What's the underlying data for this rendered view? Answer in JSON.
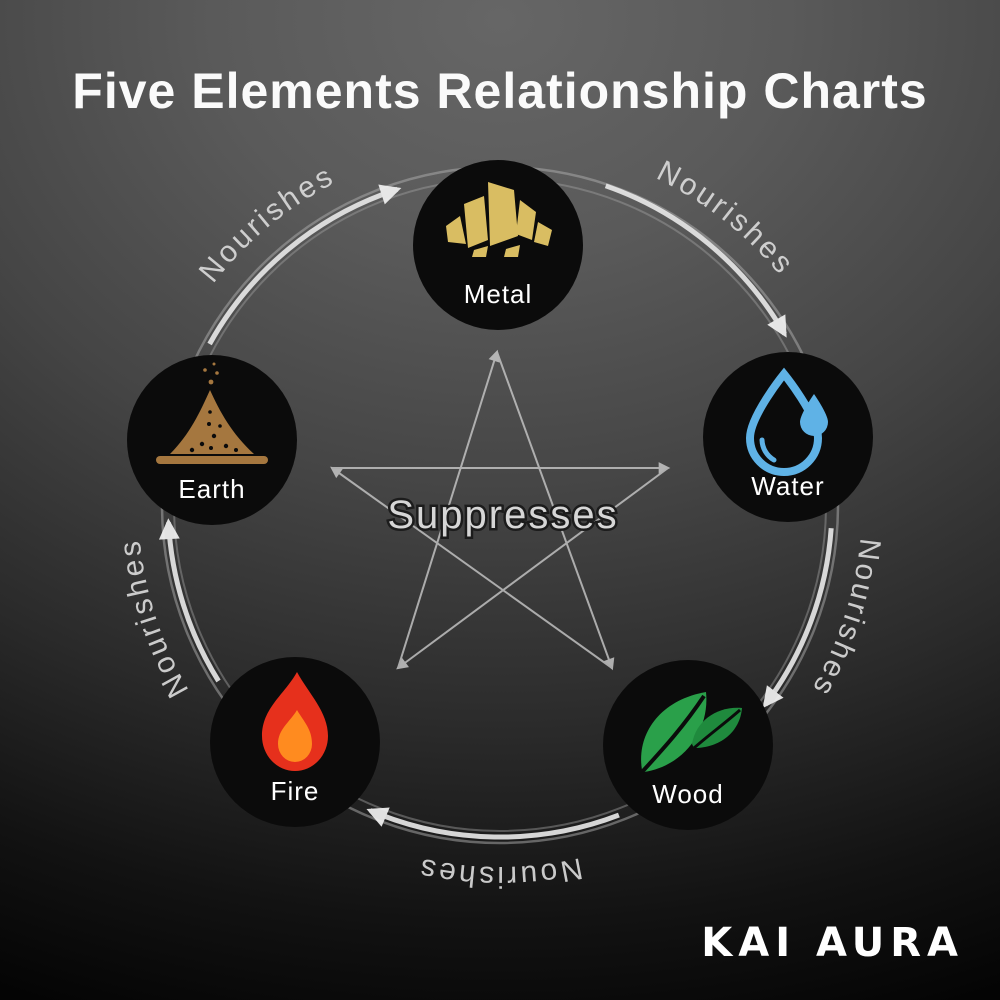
{
  "title": "Five Elements Relationship Charts",
  "brand": "KAI AURA",
  "diagram": {
    "center_label": "Suppresses",
    "outer_cycle_label": "Nourishes",
    "elements": [
      {
        "name": "Metal",
        "color": "#d9bd62"
      },
      {
        "name": "Water",
        "color": "#5fb2e6"
      },
      {
        "name": "Wood",
        "color": "#2aa04a",
        "color2": "#1f8a3d"
      },
      {
        "name": "Fire",
        "color": "#e6301c",
        "color2": "#ff8b1f"
      },
      {
        "name": "Earth",
        "color": "#a5773f"
      }
    ],
    "nourishes_cycle": [
      "Metal → Water",
      "Water → Wood",
      "Wood → Fire",
      "Fire → Earth",
      "Earth → Metal"
    ],
    "suppresses_cycle": [
      "Metal → Wood",
      "Wood → Earth",
      "Earth → Water",
      "Water → Fire",
      "Fire → Metal"
    ]
  }
}
